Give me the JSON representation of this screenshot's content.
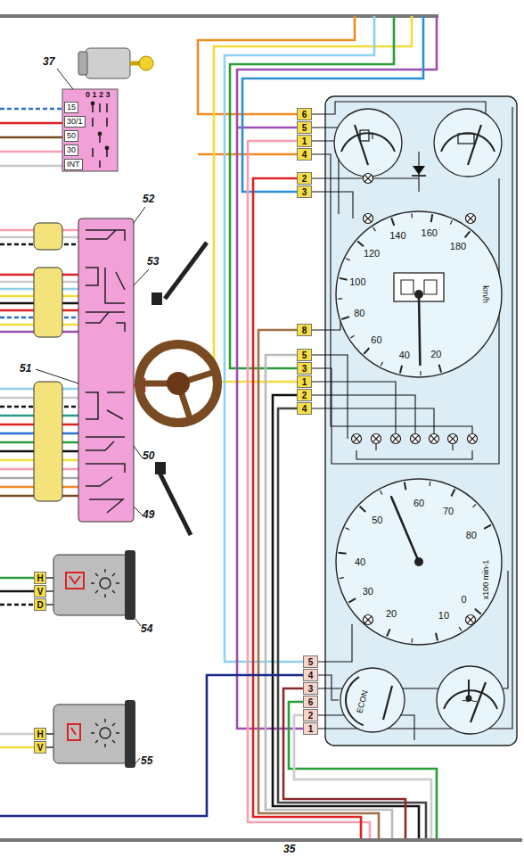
{
  "diagram": {
    "nodes": [
      {
        "text": [
          "15",
          "30/1",
          "50",
          "30",
          "INT",
          "0 1 2 3"
        ]
      },
      {
        "text": [
          "H",
          "V",
          "D"
        ]
      },
      {
        "text": [
          "H",
          "V"
        ]
      },
      {
        "text": [
          "6",
          "5",
          "1",
          "4",
          "2",
          "3"
        ]
      },
      {
        "text": [
          "8",
          "5",
          "3",
          "1",
          "2",
          "4"
        ]
      },
      {
        "text": [
          "5",
          "4",
          "3",
          "6",
          "2",
          "1"
        ]
      },
      {
        "text": [
          "20",
          "40",
          "60",
          "80",
          "100",
          "120",
          "140",
          "160",
          "180",
          "km/h"
        ]
      },
      {
        "text": [
          "0",
          "10",
          "20",
          "30",
          "40",
          "50",
          "60",
          "70",
          "80",
          "x100 min-1"
        ]
      },
      {
        "text": [
          "ECON"
        ]
      }
    ],
    "labels": [
      "37",
      "52",
      "53",
      "51",
      "50",
      "49",
      "54",
      "55",
      "35"
    ]
  }
}
